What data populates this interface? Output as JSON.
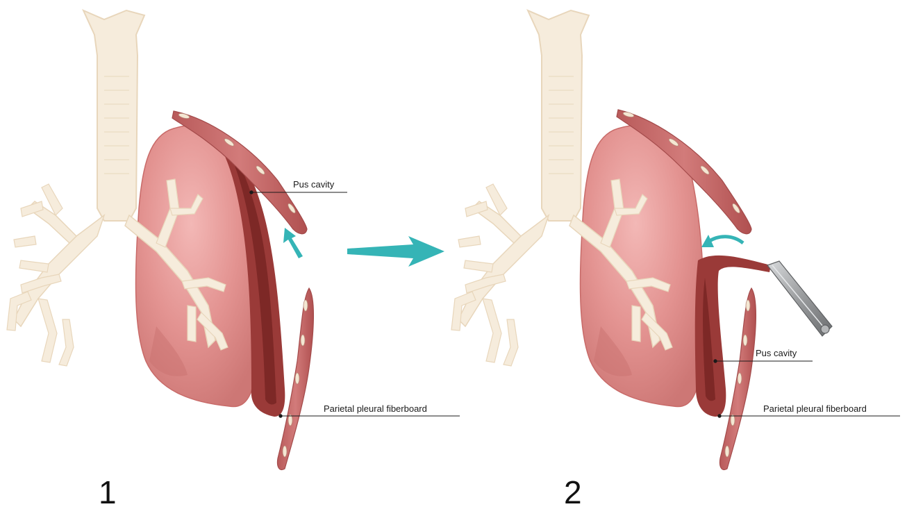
{
  "panels": [
    {
      "number": "1",
      "labels": {
        "pus_cavity": "Pus cavity",
        "fiberboard": "Parietal pleural fiberboard"
      }
    },
    {
      "number": "2",
      "labels": {
        "pus_cavity": "Pus cavity",
        "fiberboard": "Parietal pleural fiberboard"
      }
    }
  ],
  "colors": {
    "airway": "#f6ecdc",
    "airway_shadow": "#eadbc2",
    "lung_light": "#efa9a8",
    "lung_mid": "#e08f8e",
    "lung_dark": "#c9716f",
    "cavity": "#9a3a38",
    "cavity_dark": "#7d2826",
    "rib": "#c96a6a",
    "rib_bone": "#f4e7d3",
    "arrow": "#35b4b6",
    "instrument": "#8a8c8e",
    "instrument_light": "#c9cbcd",
    "leader": "#1a1a1a"
  }
}
